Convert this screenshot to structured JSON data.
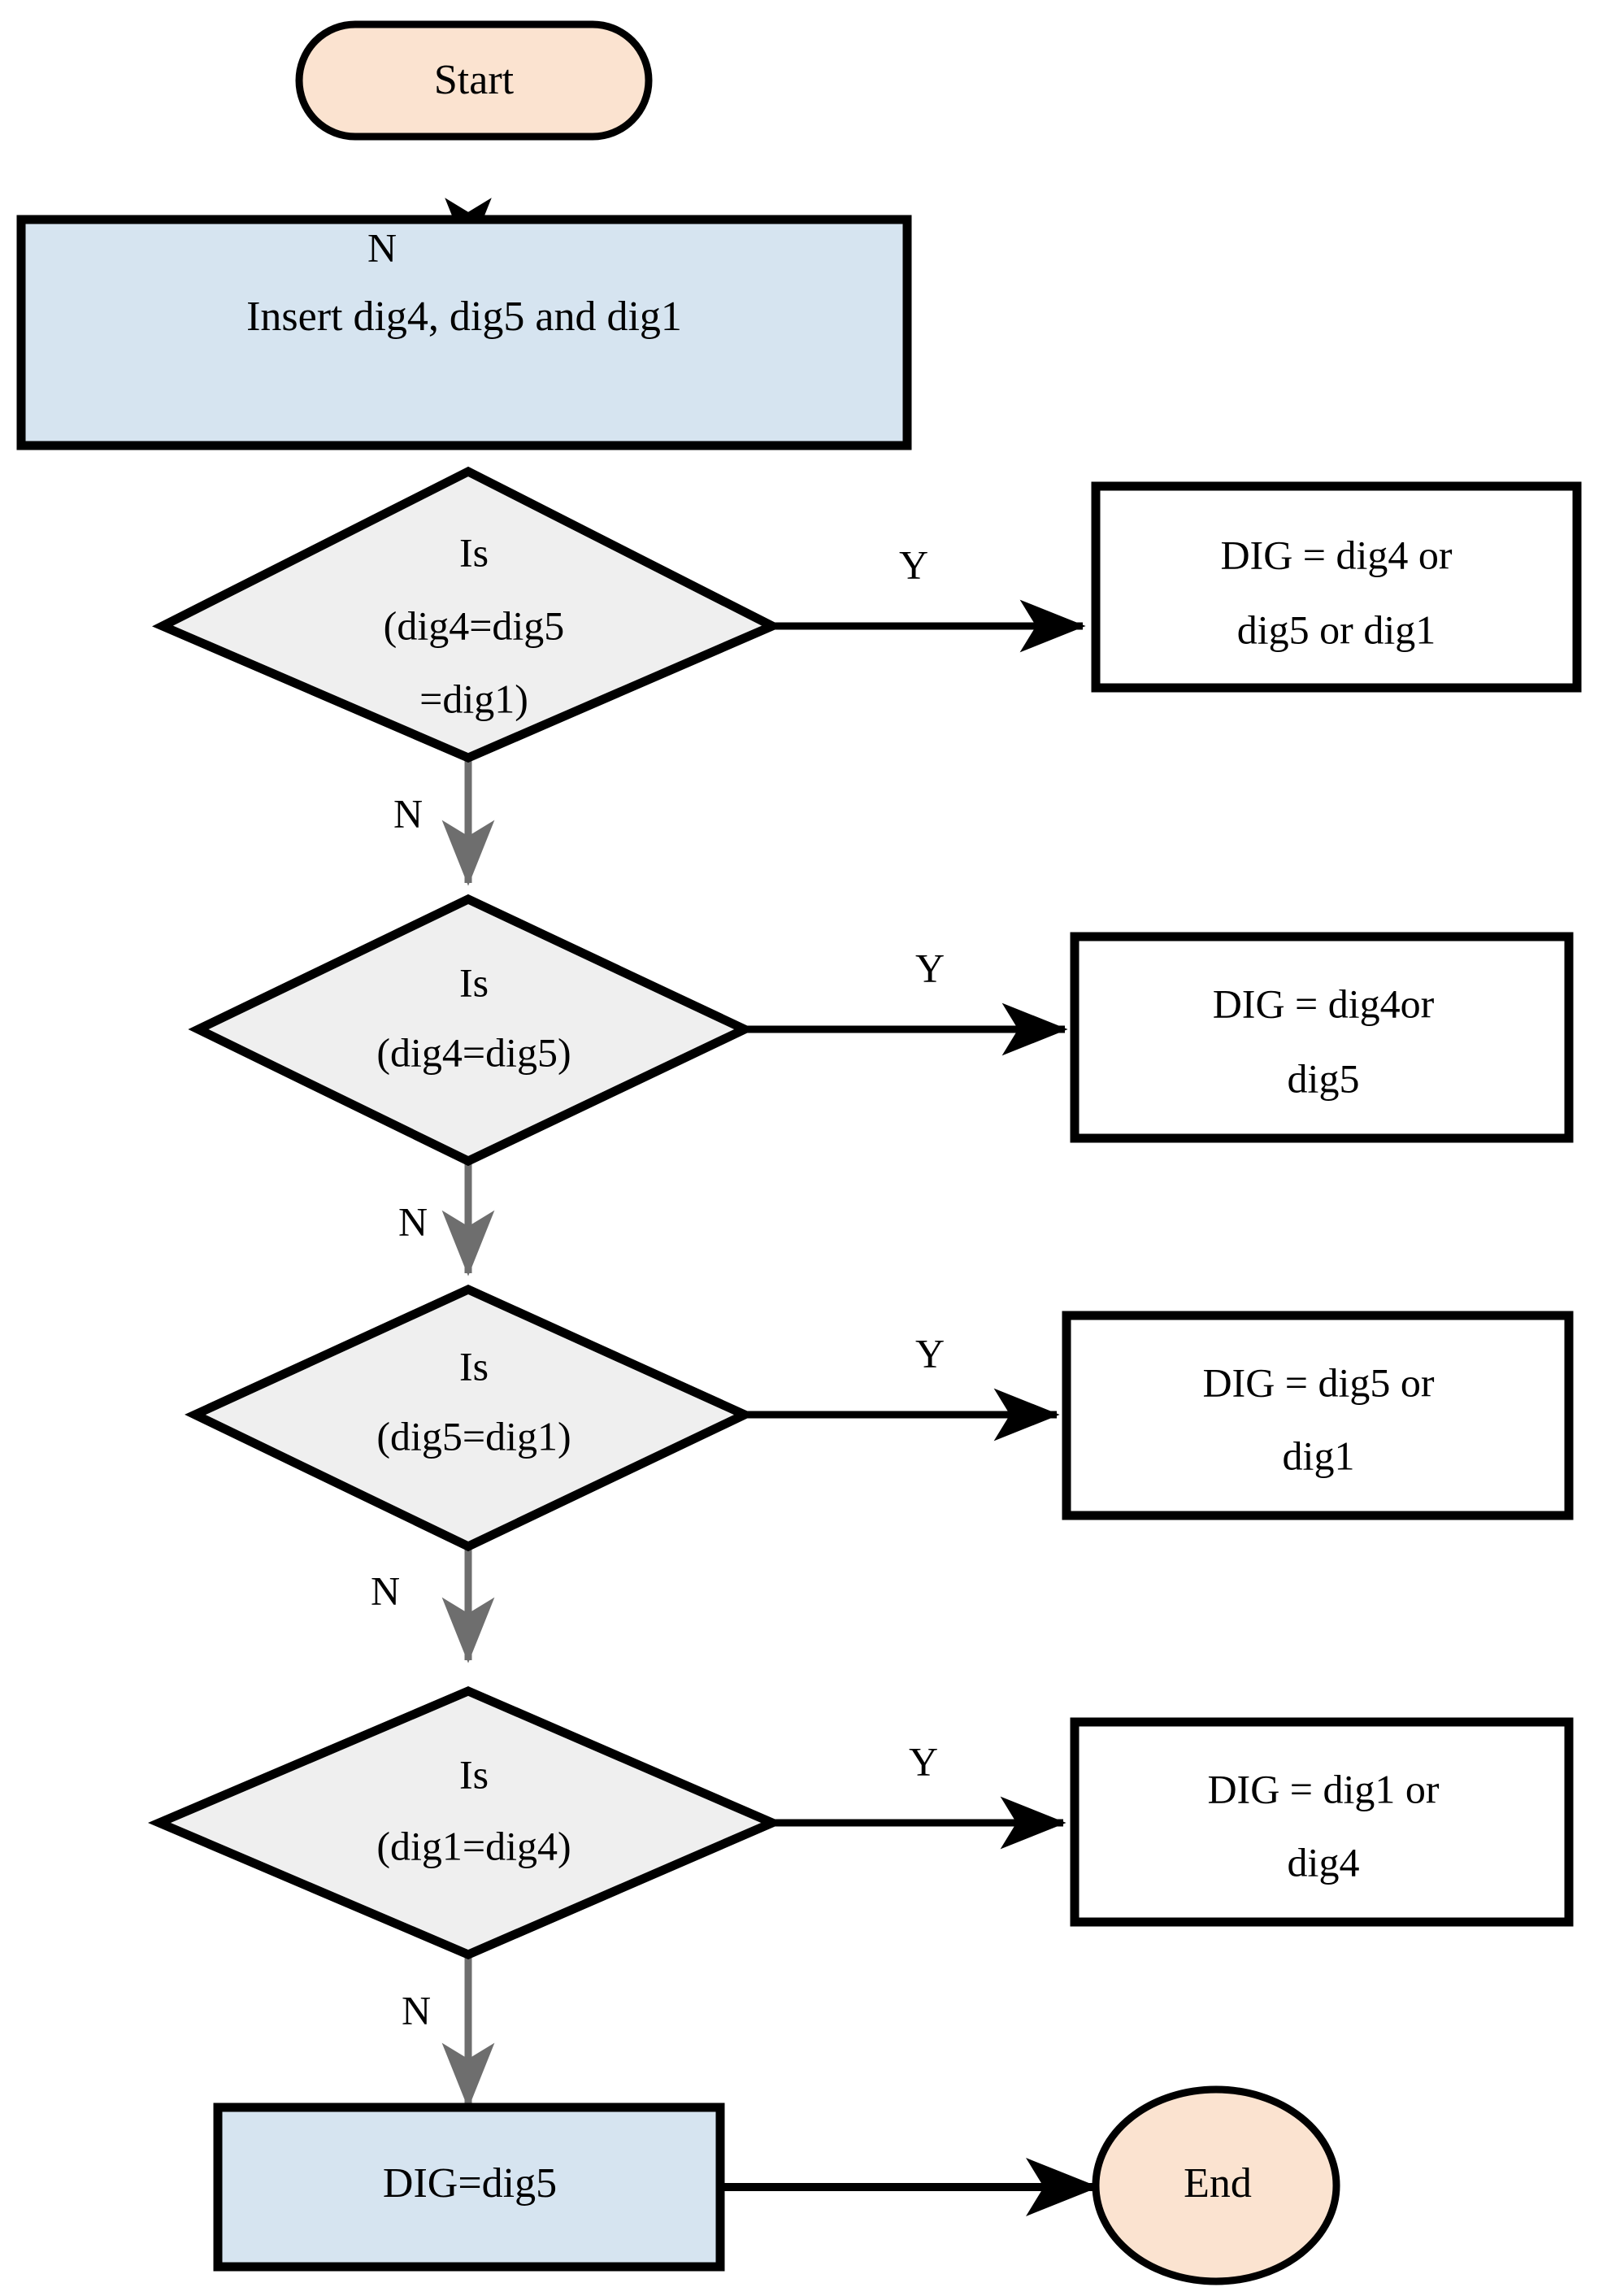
{
  "diagram": {
    "type": "flowchart",
    "title": "Digit comparison flowchart",
    "colors": {
      "terminator_fill": "#fbe3d0",
      "process_fill": "#d6e4f0",
      "decision_fill": "#efefef",
      "io_fill": "#ffffff",
      "stroke": "#000000",
      "connector_gray": "#808080",
      "background": "#ffffff"
    }
  },
  "nodes": {
    "start": {
      "label": "Start",
      "shape": "terminator"
    },
    "insert": {
      "label": "Insert dig4, dig5 and dig1",
      "shape": "process"
    },
    "decision1": {
      "line1": "Is",
      "line2": "(dig4=dig5",
      "line3": "=dig1)",
      "shape": "decision"
    },
    "decision2": {
      "line1": "Is",
      "line2": "(dig4=dig5)",
      "shape": "decision"
    },
    "decision3": {
      "line1": "Is",
      "line2": "(dig5=dig1)",
      "shape": "decision"
    },
    "decision4": {
      "line1": "Is",
      "line2": "(dig1=dig4)",
      "shape": "decision"
    },
    "result1": {
      "line1": "DIG = dig4 or",
      "line2": "dig5 or dig1",
      "shape": "box"
    },
    "result2": {
      "line1": "DIG = dig4or",
      "line2": "dig5",
      "shape": "box"
    },
    "result3": {
      "line1": "DIG = dig5 or",
      "line2": "dig1",
      "shape": "box"
    },
    "result4": {
      "line1": "DIG = dig1 or",
      "line2": "dig4",
      "shape": "box"
    },
    "final": {
      "label": "DIG=dig5",
      "shape": "process"
    },
    "end": {
      "label": "End",
      "shape": "terminator"
    }
  },
  "edges": {
    "insert_to_d1": {
      "label": "N"
    },
    "d1_yes": {
      "label": "Y"
    },
    "d1_no": {
      "label": "N"
    },
    "d2_yes": {
      "label": "Y"
    },
    "d2_no": {
      "label": "N"
    },
    "d3_yes": {
      "label": "Y"
    },
    "d3_no": {
      "label": "N"
    },
    "d4_yes": {
      "label": "Y"
    },
    "d4_no": {
      "label": "N"
    }
  }
}
